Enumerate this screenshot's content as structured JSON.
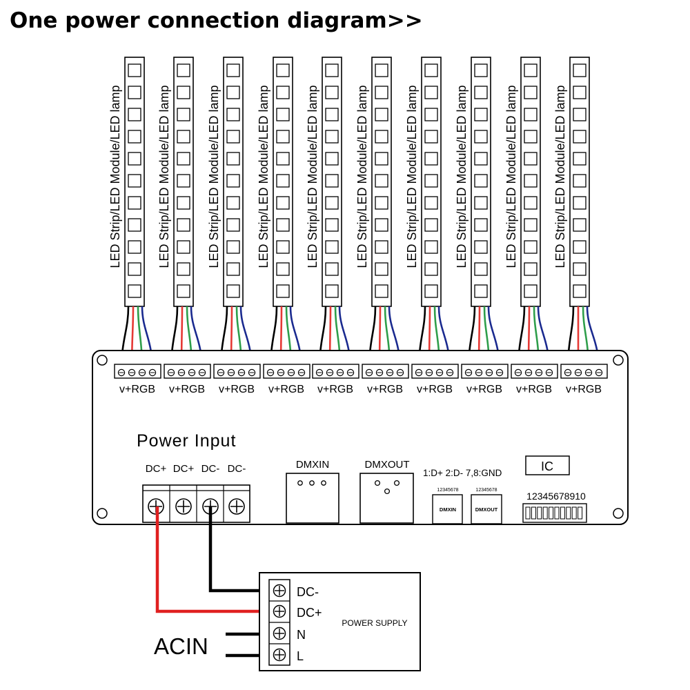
{
  "title": "One power connection diagram>>",
  "strip_label": "LED Strip/LED Module/LED lamp",
  "output_port_label": "v+RGB",
  "wire_colors": {
    "vplus": "#000000",
    "red": "#e53935",
    "green": "#2e9e4a",
    "blue": "#1a2a8f"
  },
  "power_wire_colors": {
    "positive": "#e02020",
    "negative": "#000000"
  },
  "power_input": {
    "heading": "Power Input",
    "terminals": [
      "DC+",
      "DC+",
      "DC-",
      "DC-"
    ]
  },
  "dmx": {
    "in_label": "DMXIN",
    "out_label": "DMXOUT",
    "pinout": "1:D+ 2:D- 7,8:GND",
    "pin_numbers": "12345678",
    "in_chip": "DMXIN",
    "out_chip": "DMXOUT"
  },
  "ic": {
    "label": "IC",
    "dip_numbers": "12345678910"
  },
  "power_supply": {
    "label": "POWER SUPPLY",
    "terminals": [
      "DC-",
      "DC+",
      "N",
      "L"
    ],
    "ac_label": "ACIN"
  }
}
